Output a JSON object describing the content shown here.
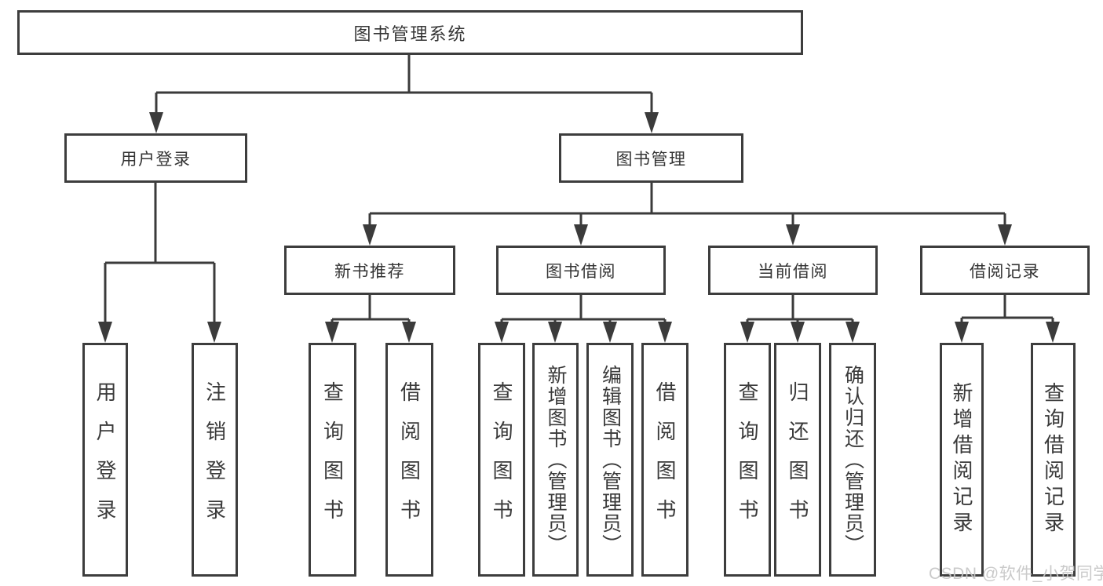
{
  "diagram": {
    "type": "hierarchy-feature-diagram",
    "line_color": "#3b3b3b",
    "box_border_color": "#3d3d3d",
    "text_color": "#343434",
    "background_color": "#ffffff"
  },
  "tree": {
    "label": "图书管理系统",
    "children": [
      {
        "label": "用户登录",
        "children": [
          {
            "label": "用户登录"
          },
          {
            "label": "注销登录"
          }
        ]
      },
      {
        "label": "图书管理",
        "children": [
          {
            "label": "新书推荐",
            "children": [
              {
                "label": "查询图书"
              },
              {
                "label": "借阅图书"
              }
            ]
          },
          {
            "label": "图书借阅",
            "children": [
              {
                "label": "查询图书"
              },
              {
                "label": "新增图书（管理员）"
              },
              {
                "label": "编辑图书（管理员）"
              },
              {
                "label": "借阅图书"
              }
            ]
          },
          {
            "label": "当前借阅",
            "children": [
              {
                "label": "查询图书"
              },
              {
                "label": "归还图书"
              },
              {
                "label": "确认归还（管理员）"
              }
            ]
          },
          {
            "label": "借阅记录",
            "children": [
              {
                "label": "新增借阅记录"
              },
              {
                "label": "查询借阅记录"
              }
            ]
          }
        ]
      }
    ]
  },
  "watermark": {
    "text": "CSDN @软件_小贺同学",
    "color": "#c6c6c6"
  }
}
